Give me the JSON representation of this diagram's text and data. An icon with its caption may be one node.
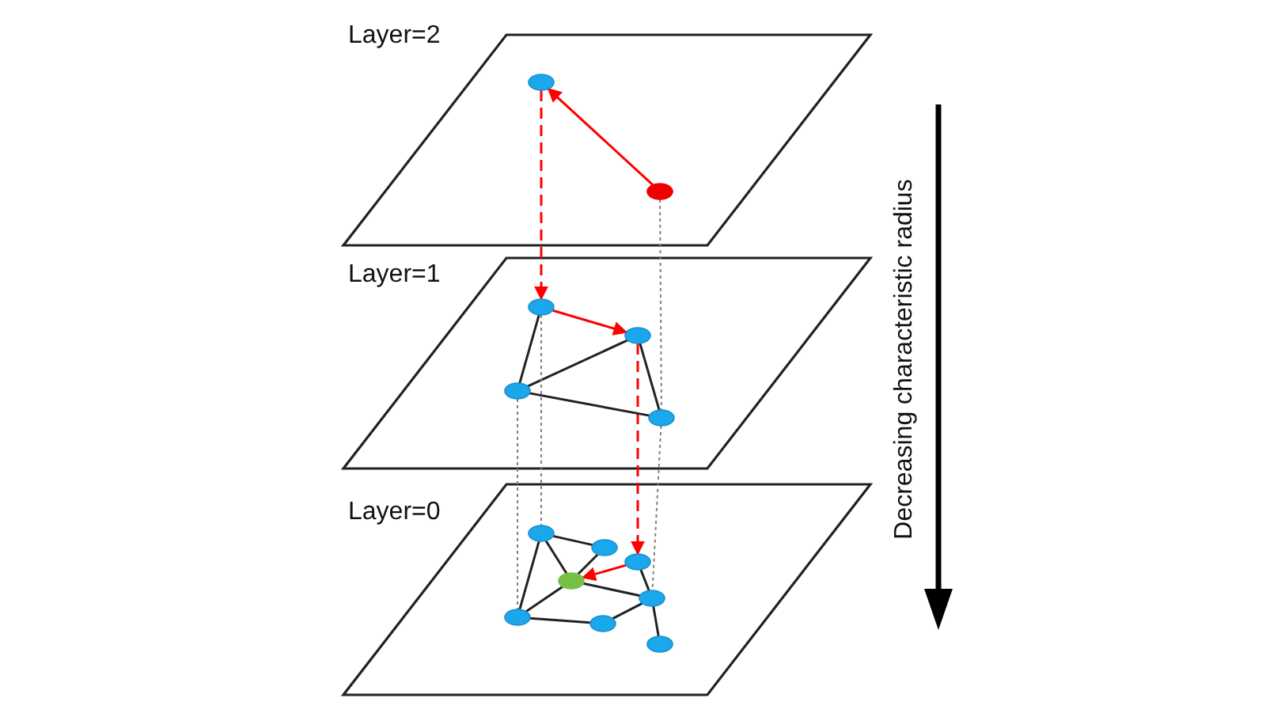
{
  "diagram": {
    "nodes": [
      {
        "text": [
          "Layer=2"
        ]
      },
      {
        "text": [],
        "shape": "ellipse",
        "in": 0
      },
      {
        "text": [],
        "shape": "ellipse",
        "in": 0
      },
      {
        "text": [
          "Layer=1"
        ]
      },
      {
        "text": [],
        "shape": "ellipse",
        "in": 3
      },
      {
        "text": [],
        "shape": "ellipse",
        "in": 3
      },
      {
        "text": [],
        "shape": "ellipse",
        "in": 3
      },
      {
        "text": [],
        "shape": "ellipse",
        "in": 3
      },
      {
        "text": [
          "Layer=0"
        ]
      },
      {
        "text": [],
        "shape": "ellipse",
        "in": 8
      },
      {
        "text": [],
        "shape": "ellipse",
        "in": 8
      },
      {
        "text": [],
        "shape": "ellipse",
        "in": 8
      },
      {
        "text": [],
        "shape": "ellipse",
        "in": 8
      },
      {
        "text": [],
        "shape": "ellipse",
        "in": 8
      },
      {
        "text": [],
        "shape": "ellipse",
        "in": 8
      },
      {
        "text": [],
        "shape": "ellipse",
        "in": 8
      },
      {
        "text": [],
        "shape": "ellipse",
        "in": 8
      }
    ],
    "edges": [
      {
        "from": 2,
        "to": 1,
        "arrow": "to",
        "color": "#ff0000"
      },
      {
        "from": 1,
        "to": 4,
        "arrow": "to",
        "style": "dashed",
        "color": "#ff0000"
      },
      {
        "from": 4,
        "to": 5,
        "arrow": "to",
        "color": "#ff0000"
      },
      {
        "from": 5,
        "to": 11,
        "arrow": "to",
        "style": "dashed",
        "color": "#ff0000"
      },
      {
        "from": 11,
        "to": 12,
        "arrow": "to",
        "color": "#ff0000"
      },
      {
        "from": 4,
        "to": 6,
        "arrow": "none"
      },
      {
        "from": 6,
        "to": 5,
        "arrow": "none"
      },
      {
        "from": 6,
        "to": 7,
        "arrow": "none"
      },
      {
        "from": 5,
        "to": 7,
        "arrow": "none"
      },
      {
        "from": 9,
        "to": 10,
        "arrow": "none"
      },
      {
        "from": 9,
        "to": 12,
        "arrow": "none"
      },
      {
        "from": 9,
        "to": 14,
        "arrow": "none"
      },
      {
        "from": 10,
        "to": 12,
        "arrow": "none"
      },
      {
        "from": 11,
        "to": 13,
        "arrow": "none"
      },
      {
        "from": 12,
        "to": 13,
        "arrow": "none"
      },
      {
        "from": 12,
        "to": 14,
        "arrow": "none"
      },
      {
        "from": 14,
        "to": 15,
        "arrow": "none"
      },
      {
        "from": 15,
        "to": 13,
        "arrow": "none"
      },
      {
        "from": 13,
        "to": 16,
        "arrow": "none"
      },
      {
        "from": 2,
        "to": 7,
        "arrow": "none",
        "style": "dashed",
        "color": "#808080"
      },
      {
        "from": 4,
        "to": 9,
        "arrow": "none",
        "style": "dashed",
        "color": "#808080"
      },
      {
        "from": 6,
        "to": 14,
        "arrow": "none",
        "style": "dashed",
        "color": "#808080"
      },
      {
        "from": 7,
        "to": 13,
        "arrow": "none",
        "style": "dashed",
        "color": "#808080"
      }
    ],
    "labels": [
      "Decreasing characteristic radius"
    ]
  }
}
